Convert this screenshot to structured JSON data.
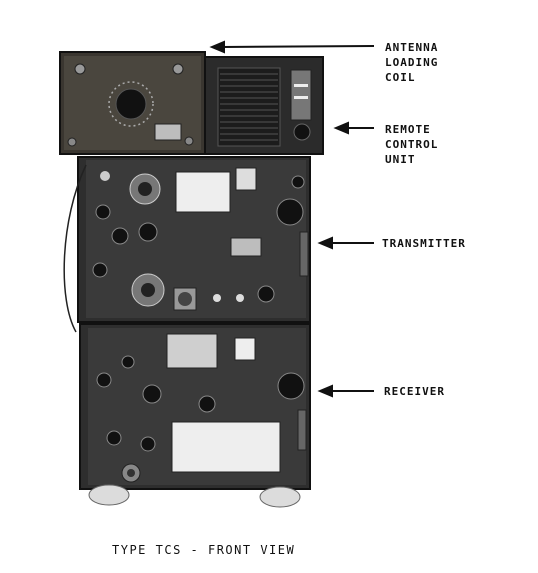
{
  "callouts": {
    "antenna": [
      "ANTENNA",
      "LOADING",
      "COIL"
    ],
    "remote": [
      "REMOTE",
      "CONTROL",
      "UNIT"
    ],
    "transmitter": [
      "TRANSMITTER"
    ],
    "receiver": [
      "RECEIVER"
    ]
  },
  "caption": "TYPE TCS - FRONT VIEW",
  "colors": {
    "background": "#ffffff",
    "panel_dark": "#2b2b2b",
    "panel_mid": "#3a3a3a",
    "panel_light": "#8a8a8a",
    "plate_white": "#eeeeee",
    "ink": "#111111"
  }
}
